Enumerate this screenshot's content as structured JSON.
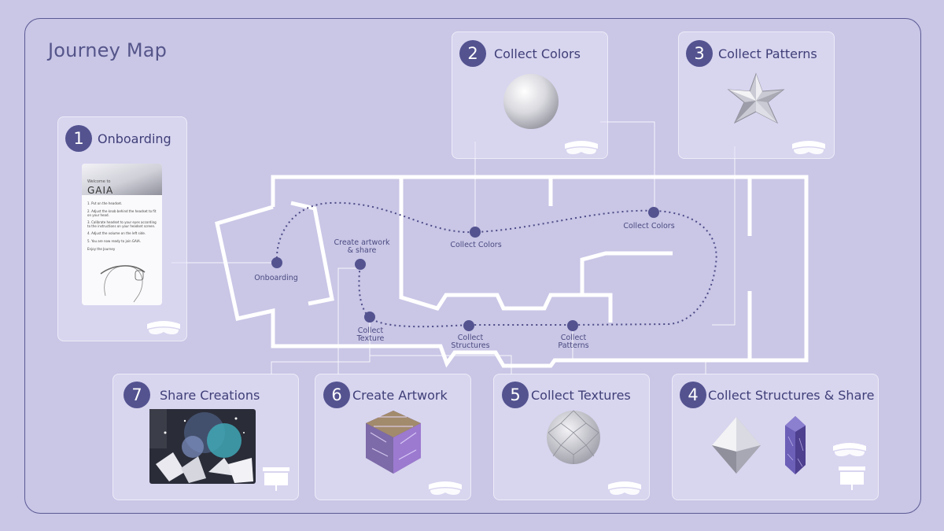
{
  "page": {
    "title": "Journey Map"
  },
  "cards": [
    {
      "number": "1",
      "title": "Onboarding"
    },
    {
      "number": "2",
      "title": "Collect Colors"
    },
    {
      "number": "3",
      "title": "Collect Patterns"
    },
    {
      "number": "4",
      "title": "Collect Structures & Share"
    },
    {
      "number": "5",
      "title": "Collect Textures"
    },
    {
      "number": "6",
      "title": "Create Artwork"
    },
    {
      "number": "7",
      "title": "Share Creations"
    }
  ],
  "map_labels": {
    "onboarding": "Onboarding",
    "create_artwork_line1": "Create artwork",
    "create_artwork_line2": "& share",
    "collect_colors_mid": "Collect Colors",
    "collect_colors_right": "Collect Colors",
    "collect_texture_line1": "Collect",
    "collect_texture_line2": "Texture",
    "collect_structures_line1": "Collect",
    "collect_structures_line2": "Structures",
    "collect_patterns_line1": "Collect",
    "collect_patterns_line2": "Patterns"
  },
  "onboarding_screen": {
    "welcome": "Welcome to",
    "app_name": "GAIA",
    "steps": [
      "1. Put on the headset.",
      "2. Adjust the knob behind the headset to fit on your head.",
      "3. Calibrate headset to your eyes according to the instructions on your headset screen.",
      "4. Adjust the volume on the left side.",
      "5. You are now ready to join GAIA.",
      "Enjoy the Journey"
    ]
  },
  "colors": {
    "background": "#c9c6e6",
    "badge": "#545390",
    "path": "#4c4b86",
    "walls": "#ffffff"
  }
}
